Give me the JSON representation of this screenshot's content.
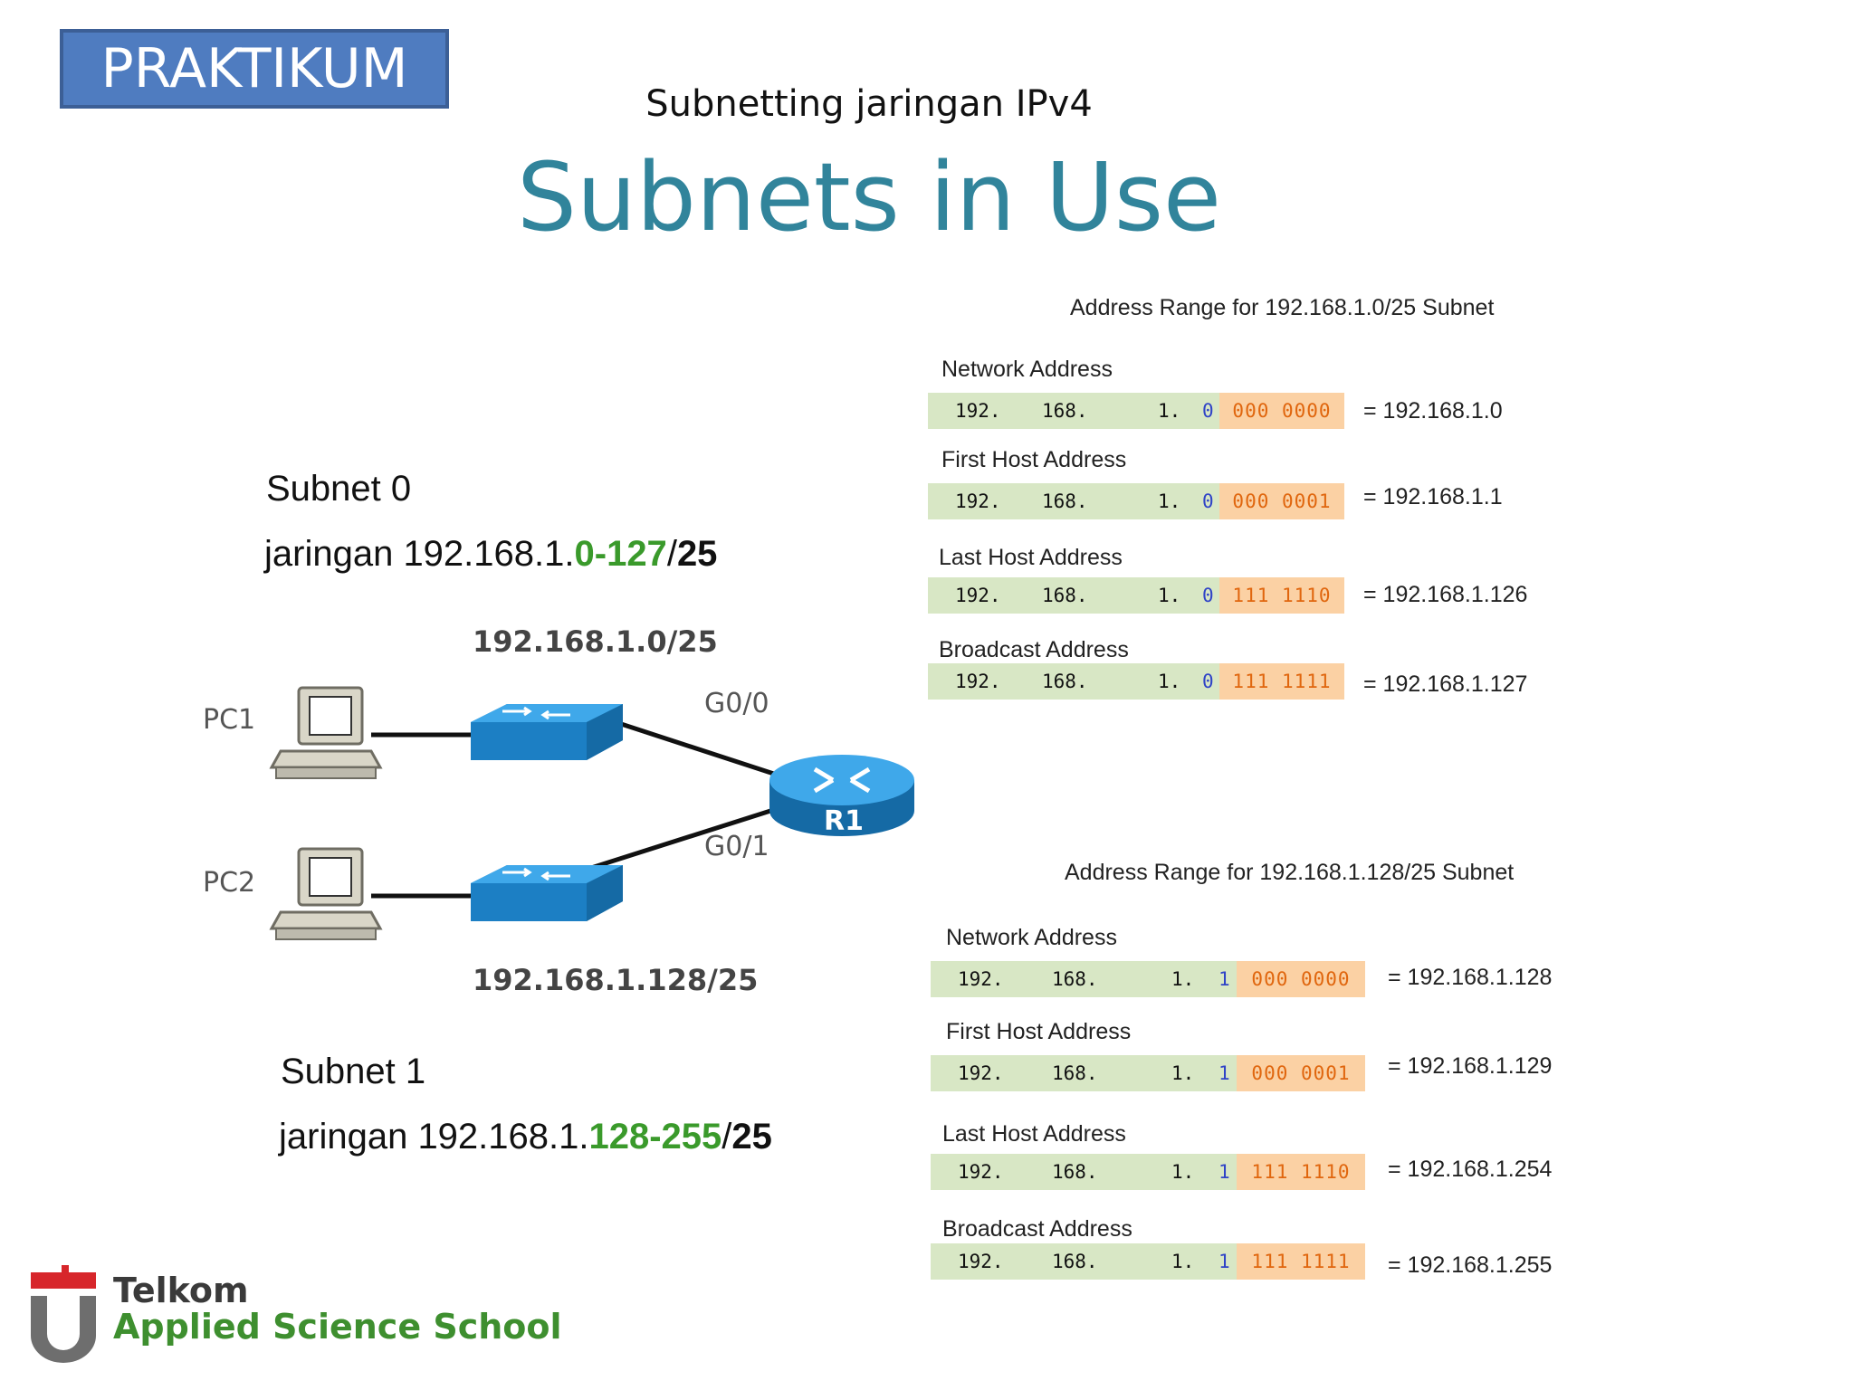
{
  "header": {
    "badge": "PRAKTIKUM",
    "subtitle": "Subnetting jaringan IPv4",
    "title": "Subnets in Use"
  },
  "subnets": [
    {
      "heading": "Subnet 0",
      "network_prefix": "jaringan 192.168.1.",
      "range": "0-127",
      "slash": "/",
      "mask": "25"
    },
    {
      "heading": "Subnet 1",
      "network_prefix": "jaringan 192.168.1.",
      "range": "128-255",
      "slash": "/",
      "mask": "25"
    }
  ],
  "diagram": {
    "network_top": "192.168.1.0/25",
    "network_bottom": "192.168.1.128/25",
    "pc1": "PC1",
    "pc2": "PC2",
    "port_top": "G0/0",
    "port_bottom": "G0/1",
    "router": "R1"
  },
  "tables": [
    {
      "title": "Address Range for 192.168.1.0/25  Subnet",
      "rows": [
        {
          "label": "Network Address",
          "o1": "192.",
          "o2": "168.",
          "o3": "1.",
          "bit": "0",
          "host_bits": "000 0000",
          "result": "= 192.168.1.0"
        },
        {
          "label": "First Host Address",
          "o1": "192.",
          "o2": "168.",
          "o3": "1.",
          "bit": "0",
          "host_bits": "000 0001",
          "result": "= 192.168.1.1"
        },
        {
          "label": "Last Host Address",
          "o1": "192.",
          "o2": "168.",
          "o3": "1.",
          "bit": "0",
          "host_bits": "111 1110",
          "result": "= 192.168.1.126"
        },
        {
          "label": "Broadcast Address",
          "o1": "192.",
          "o2": "168.",
          "o3": "1.",
          "bit": "0",
          "host_bits": "111 1111",
          "result": "= 192.168.1.127"
        }
      ]
    },
    {
      "title": "Address Range for 192.168.1.128/25  Subnet",
      "rows": [
        {
          "label": "Network Address",
          "o1": "192.",
          "o2": "168.",
          "o3": "1.",
          "bit": "1",
          "host_bits": "000 0000",
          "result": "= 192.168.1.128"
        },
        {
          "label": "First Host Address",
          "o1": "192.",
          "o2": "168.",
          "o3": "1.",
          "bit": "1",
          "host_bits": "000 0001",
          "result": "= 192.168.1.129"
        },
        {
          "label": "Last Host Address",
          "o1": "192.",
          "o2": "168.",
          "o3": "1.",
          "bit": "1",
          "host_bits": "111 1110",
          "result": "= 192.168.1.254"
        },
        {
          "label": "Broadcast Address",
          "o1": "192.",
          "o2": "168.",
          "o3": "1.",
          "bit": "1",
          "host_bits": "111 1111",
          "result": "= 192.168.1.255"
        }
      ]
    }
  ],
  "logo": {
    "line1": "Telkom",
    "line2": "Applied Science School"
  },
  "colors": {
    "title": "#31849b",
    "badge": "#4f7cc0",
    "range_green": "#3a9a2b",
    "network_bits_bg": "#d8e7c5",
    "host_bits_bg": "#fbd1a4",
    "host_bits_text": "#e0660e",
    "subnet_bit": "#2f43c7",
    "switch_blue": "#1f8fd6",
    "logo_red": "#d7262b"
  }
}
